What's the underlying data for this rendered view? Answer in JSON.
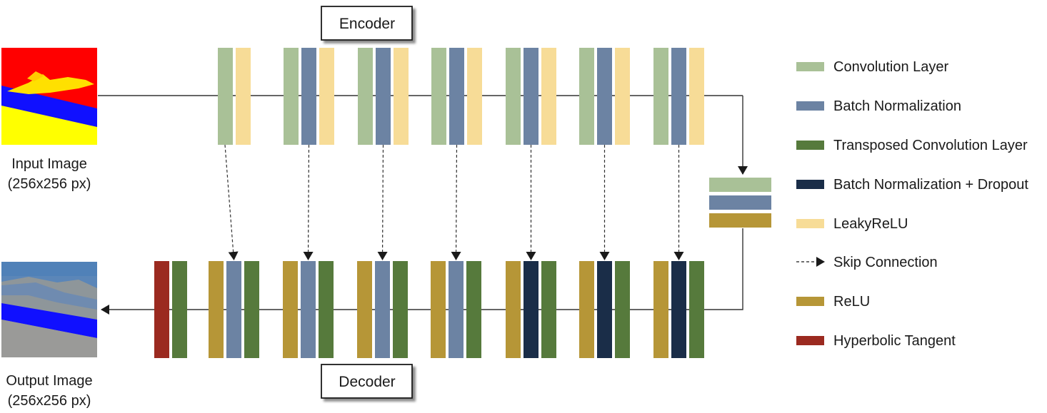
{
  "encoder_label": "Encoder",
  "decoder_label": "Decoder",
  "input_image": {
    "label_line1": "Input Image",
    "label_line2": "(256x256 px)"
  },
  "output_image": {
    "label_line1": "Output Image",
    "label_line2": "(256x256 px)"
  },
  "colors": {
    "conv": "#a9c197",
    "batch_norm": "#6c83a3",
    "transposed_conv": "#567a3c",
    "batch_norm_dropout": "#1a2d48",
    "leaky_relu": "#f7dc97",
    "relu": "#b69637",
    "tanh": "#9b2a20"
  },
  "encoder_blocks": [
    [
      "conv",
      "leaky_relu"
    ],
    [
      "conv",
      "batch_norm",
      "leaky_relu"
    ],
    [
      "conv",
      "batch_norm",
      "leaky_relu"
    ],
    [
      "conv",
      "batch_norm",
      "leaky_relu"
    ],
    [
      "conv",
      "batch_norm",
      "leaky_relu"
    ],
    [
      "conv",
      "batch_norm",
      "leaky_relu"
    ],
    [
      "conv",
      "batch_norm",
      "leaky_relu"
    ]
  ],
  "bottleneck_block": [
    "conv",
    "batch_norm",
    "relu"
  ],
  "output_block": [
    "tanh",
    "transposed_conv"
  ],
  "decoder_blocks": [
    [
      "relu",
      "batch_norm",
      "transposed_conv"
    ],
    [
      "relu",
      "batch_norm",
      "transposed_conv"
    ],
    [
      "relu",
      "batch_norm",
      "transposed_conv"
    ],
    [
      "relu",
      "batch_norm",
      "transposed_conv"
    ],
    [
      "relu",
      "batch_norm_dropout",
      "transposed_conv"
    ],
    [
      "relu",
      "batch_norm_dropout",
      "transposed_conv"
    ],
    [
      "relu",
      "batch_norm_dropout",
      "transposed_conv"
    ]
  ],
  "legend": [
    {
      "kind": "swatch",
      "color_key": "conv",
      "label": "Convolution Layer"
    },
    {
      "kind": "swatch",
      "color_key": "batch_norm",
      "label": "Batch Normalization"
    },
    {
      "kind": "swatch",
      "color_key": "transposed_conv",
      "label": "Transposed Convolution Layer"
    },
    {
      "kind": "swatch",
      "color_key": "batch_norm_dropout",
      "label": "Batch Normalization + Dropout"
    },
    {
      "kind": "swatch",
      "color_key": "leaky_relu",
      "label": "LeakyReLU"
    },
    {
      "kind": "arrow",
      "label": "Skip Connection"
    },
    {
      "kind": "swatch",
      "color_key": "relu",
      "label": "ReLU"
    },
    {
      "kind": "swatch",
      "color_key": "tanh",
      "label": "Hyperbolic Tangent"
    }
  ]
}
